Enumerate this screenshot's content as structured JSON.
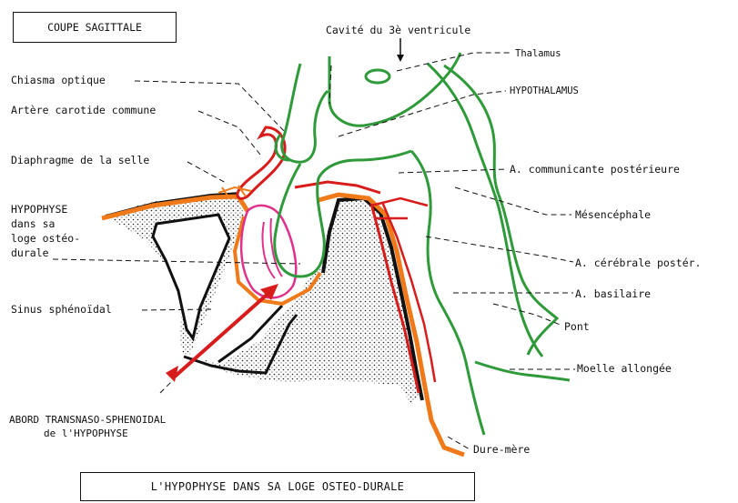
{
  "title": "COUPE SAGITTALE",
  "caption": "L'HYPOPHYSE DANS SA LOGE  OSTEO-DURALE",
  "labels_left": {
    "chiasma": "Chiasma optique",
    "carotide": "Artère carotide commune",
    "diaphragme": "Diaphragme de la selle",
    "hypophyse_1": "HYPOPHYSE",
    "hypophyse_2": "dans sa",
    "hypophyse_3": "loge ostéo-",
    "hypophyse_4": "durale",
    "sinus": "Sinus sphénoïdal",
    "abord_1": "ABORD TRANSNASO-SPHENOIDAL",
    "abord_2": "de l'HYPOPHYSE"
  },
  "labels_right": {
    "cavite": "Cavité du 3è ventricule",
    "thalamus": "Thalamus",
    "hypothalamus": "HYPOTHALAMUS",
    "communicante": "A. communicante postérieure",
    "mesencephale": "Mésencéphale",
    "cerebrale": "A. cérébrale postér.",
    "basilaire": "A. basilaire",
    "pont": "Pont",
    "moelle": "Moelle allongée",
    "dure_mere": "Dure-mère"
  },
  "colors": {
    "nerve_green": "#2f9a3a",
    "artery_red": "#d81c1c",
    "dura_orange": "#f07a1a",
    "gland_pink": "#e0308a",
    "bone_black": "#111111"
  }
}
